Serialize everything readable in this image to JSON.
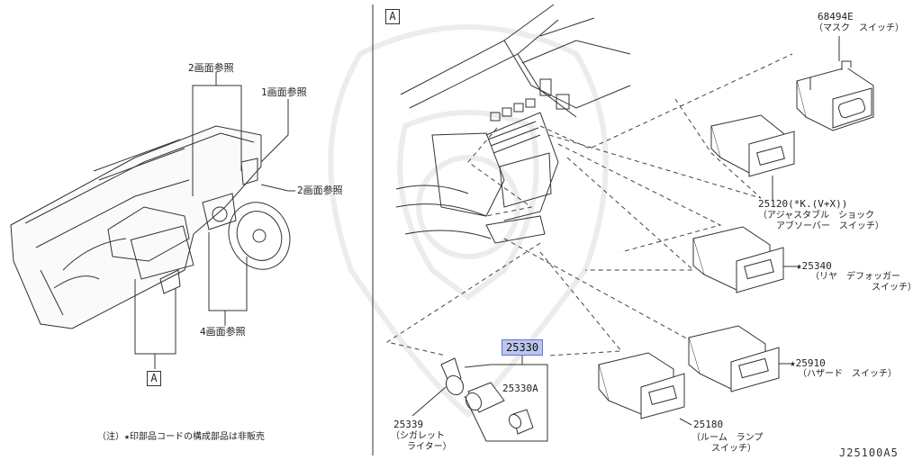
{
  "left_panel": {
    "ref_top_left": "2画面参照",
    "ref_top_right": "1画面参照",
    "ref_right": "2画面参照",
    "ref_bottom": "4画面参照",
    "section_box": "A"
  },
  "note": "（注）★印部品コードの構成部品は非販売",
  "right_panel": {
    "section_box": "A",
    "parts": [
      {
        "number": "68494E",
        "desc_line1": "（マスク　スイッチ）"
      },
      {
        "number": "25120(*K.(V+X))",
        "desc_line1": "（アジャスタブル　ショック",
        "desc_line2": "アブソーバー　スイッチ）"
      },
      {
        "number": "★25340",
        "desc_line1": "（リヤ　デフォッガー",
        "desc_line2": "スイッチ）"
      },
      {
        "number": "★25910",
        "desc_line1": "（ハザード　スイッチ）"
      },
      {
        "number": "25330",
        "highlighted": true
      },
      {
        "number": "25330A"
      },
      {
        "number": "25339",
        "desc_line1": "（シガレット",
        "desc_line2": "ライター）"
      },
      {
        "number": "25180",
        "desc_line1": "（ルーム　ランプ",
        "desc_line2": "スイッチ）"
      }
    ]
  },
  "diagram_code": "J25100A5",
  "colors": {
    "highlight": "#bcc6ee",
    "line": "#333333"
  }
}
